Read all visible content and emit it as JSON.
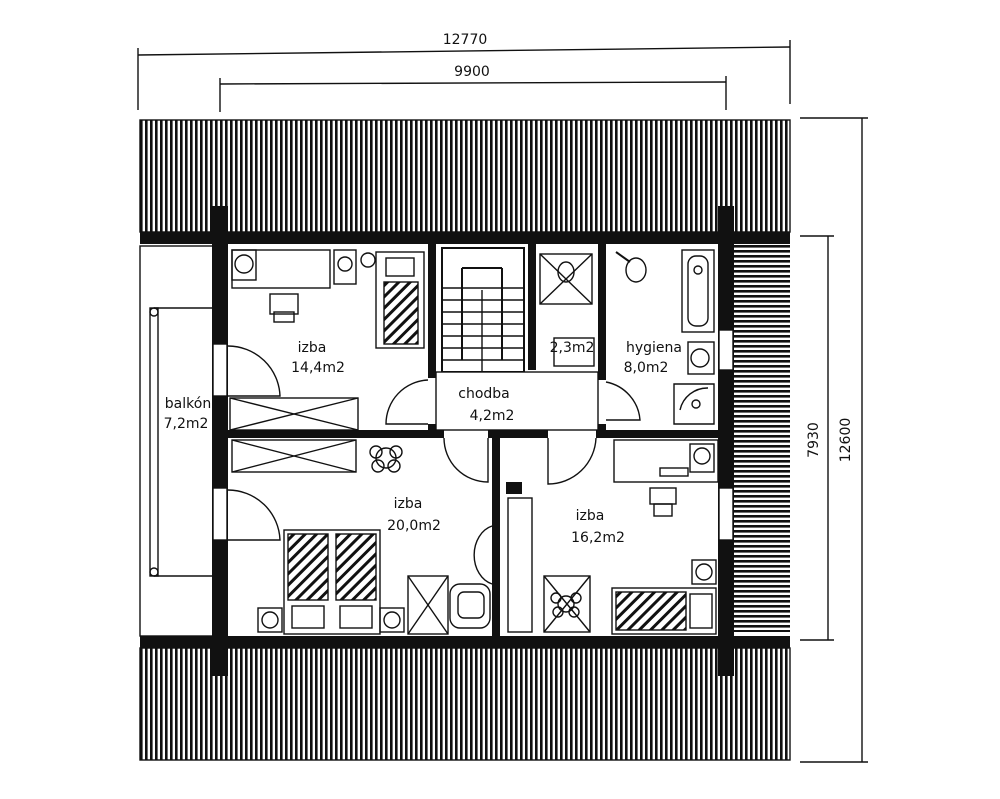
{
  "dimensions": {
    "top_outer": "12770",
    "top_inner": "9900",
    "right_outer": "12600",
    "right_inner": "7930"
  },
  "rooms": [
    {
      "id": "izba-1",
      "name": "izba",
      "area": "14,4m2"
    },
    {
      "id": "wc",
      "name": "",
      "area": "2,3m2"
    },
    {
      "id": "hygiena",
      "name": "hygiena",
      "area": "8,0m2"
    },
    {
      "id": "chodba",
      "name": "chodba",
      "area": "4,2m2"
    },
    {
      "id": "balkon",
      "name": "balkón",
      "area": "7,2m2"
    },
    {
      "id": "izba-2",
      "name": "izba",
      "area": "20,0m2"
    },
    {
      "id": "izba-3",
      "name": "izba",
      "area": "16,2m2"
    }
  ]
}
